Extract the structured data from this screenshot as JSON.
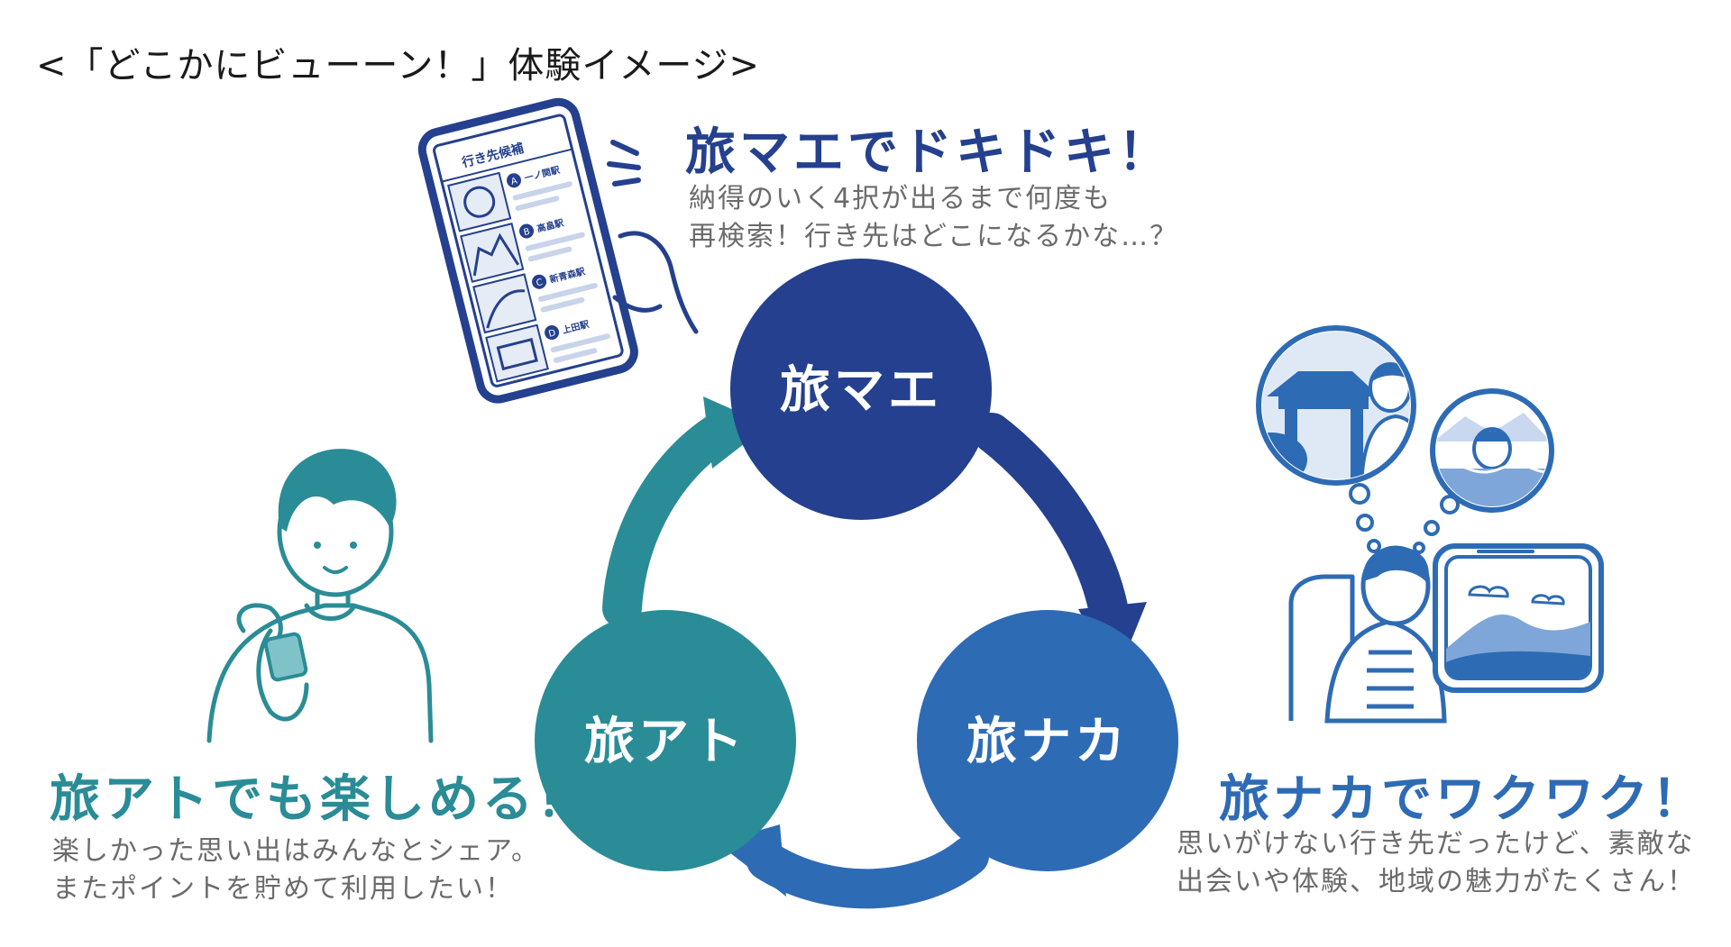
{
  "title": "<「どこかにビューーン！」体験イメージ>",
  "colors": {
    "navy": "#24408e",
    "blue": "#2e6bb5",
    "teal": "#2a8c96",
    "text_gray": "#6b6b6b"
  },
  "stages": {
    "before": {
      "circle_label": "旅マエ",
      "headline": "旅マエでドキドキ！",
      "desc": [
        "納得のいく4択が出るまで何度も",
        "再検索！行き先はどこになるかな…？"
      ],
      "phone": {
        "header": "行き先候補",
        "options": [
          {
            "badge": "A",
            "label": "一ノ関駅"
          },
          {
            "badge": "B",
            "label": "高畠駅"
          },
          {
            "badge": "C",
            "label": "新青森駅"
          },
          {
            "badge": "D",
            "label": "上田駅"
          }
        ]
      }
    },
    "during": {
      "circle_label": "旅ナカ",
      "headline": "旅ナカでワクワク！",
      "desc": [
        "思いがけない行き先だったけど、素敵な",
        "出会いや体験、地域の魅力がたくさん！"
      ]
    },
    "after": {
      "circle_label": "旅アト",
      "headline": "旅アトでも楽しめる！",
      "desc": [
        "楽しかった思い出はみんなとシェア。",
        "またポイントを貯めて利用したい！"
      ]
    }
  }
}
